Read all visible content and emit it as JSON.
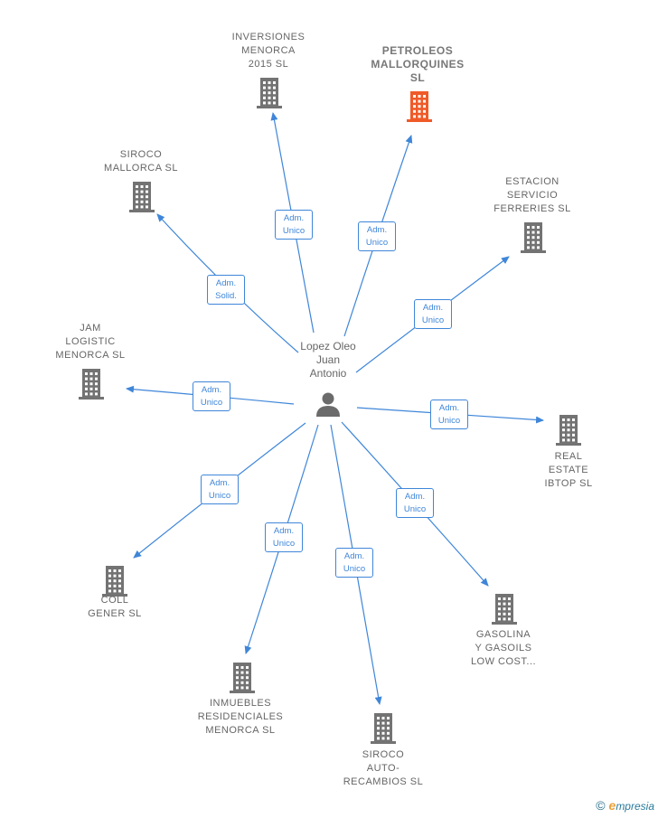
{
  "colors": {
    "edge": "#3f86d9",
    "building": "#737373",
    "building_highlight": "#f05a28",
    "person": "#6b6b6b",
    "label": "#666666"
  },
  "center": {
    "name": "Lopez Oleo\nJuan\nAntonio",
    "icon": "person-icon"
  },
  "nodes": [
    {
      "id": "inversiones",
      "label": "INVERSIONES\nMENORCA\n2015  SL",
      "highlight": false
    },
    {
      "id": "petroleos",
      "label": "PETROLEOS\nMALLORQUINES\nSL",
      "highlight": true
    },
    {
      "id": "siroco_mallorca",
      "label": "SIROCO\nMALLORCA  SL",
      "highlight": false
    },
    {
      "id": "estacion",
      "label": "ESTACION\nSERVICIO\nFERRERIES SL",
      "highlight": false
    },
    {
      "id": "jam",
      "label": "JAM\nLOGISTIC\nMENORCA  SL",
      "highlight": false
    },
    {
      "id": "real_estate",
      "label": "REAL\nESTATE\nIBTOP  SL",
      "highlight": false
    },
    {
      "id": "coll",
      "label": "COLL\nGENER SL",
      "highlight": false
    },
    {
      "id": "gasolina",
      "label": "GASOLINA\nY GASOILS\nLOW COST...",
      "highlight": false
    },
    {
      "id": "inmuebles",
      "label": "INMUEBLES\nRESIDENCIALES\nMENORCA  SL",
      "highlight": false
    },
    {
      "id": "siroco_auto",
      "label": "SIROCO\nAUTO-\nRECAMBIOS SL",
      "highlight": false
    }
  ],
  "edges": [
    {
      "to": "inversiones",
      "label": "Adm.\nUnico"
    },
    {
      "to": "petroleos",
      "label": "Adm.\nUnico"
    },
    {
      "to": "siroco_mallorca",
      "label": "Adm.\nSolid."
    },
    {
      "to": "estacion",
      "label": "Adm.\nUnico"
    },
    {
      "to": "jam",
      "label": "Adm.\nUnico"
    },
    {
      "to": "real_estate",
      "label": "Adm.\nUnico"
    },
    {
      "to": "coll",
      "label": "Adm.\nUnico"
    },
    {
      "to": "gasolina",
      "label": "Adm.\nUnico"
    },
    {
      "to": "inmuebles",
      "label": "Adm.\nUnico"
    },
    {
      "to": "siroco_auto",
      "label": "Adm.\nUnico"
    }
  ],
  "brand": {
    "copyright": "©",
    "initial": "e",
    "rest": "mpresia"
  }
}
